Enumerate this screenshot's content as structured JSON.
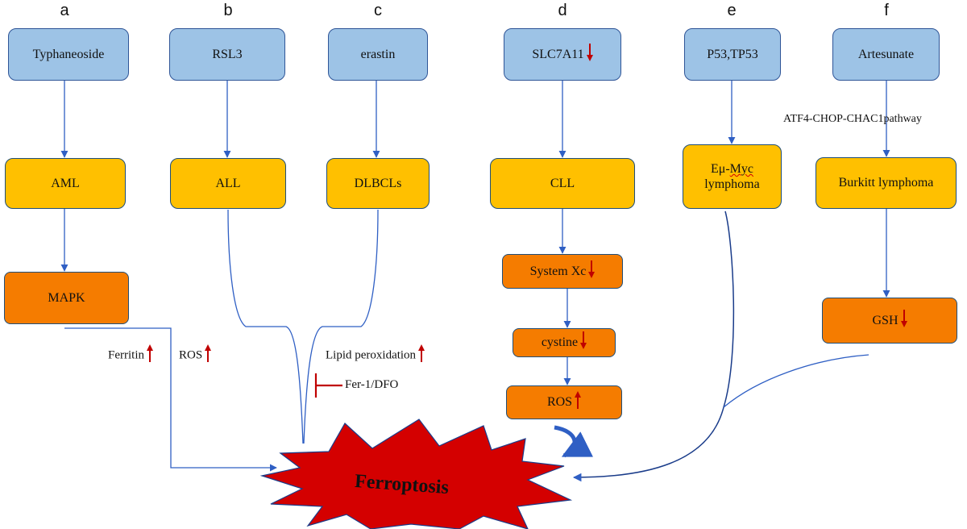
{
  "panels": {
    "a": {
      "letter": "a",
      "top": "Typhaneoside",
      "mid": "AML",
      "low": "MAPK"
    },
    "b": {
      "letter": "b",
      "top": "RSL3",
      "mid": "ALL"
    },
    "c": {
      "letter": "c",
      "top": "erastin",
      "mid": "DLBCLs"
    },
    "d": {
      "letter": "d",
      "top": "SLC7A11",
      "mid": "CLL",
      "step1": "System Xc",
      "step2": "cystine",
      "step3": "ROS"
    },
    "e": {
      "letter": "e",
      "top": "P53,TP53",
      "mid_line1": "Eμ-",
      "mid_wavy": "Myc",
      "mid_line2": "lymphoma"
    },
    "f": {
      "letter": "f",
      "top": "Artesunate",
      "pathway": "ATF4-CHOP-CHAC1pathway",
      "mid": "Burkitt lymphoma",
      "low": "GSH"
    }
  },
  "annotations": {
    "ferritin": "Ferritin",
    "ros": "ROS",
    "lipid": "Lipid peroxidation",
    "inhibitor": "Fer-1/DFO"
  },
  "center": {
    "label": "Ferroptosis"
  },
  "colors": {
    "blue_box": "#9dc3e6",
    "yellow_box": "#ffc000",
    "orange_box": "#f57c00",
    "connector": "#2f5fc4",
    "red_arrow": "#c00000",
    "burst": "#d40000"
  }
}
